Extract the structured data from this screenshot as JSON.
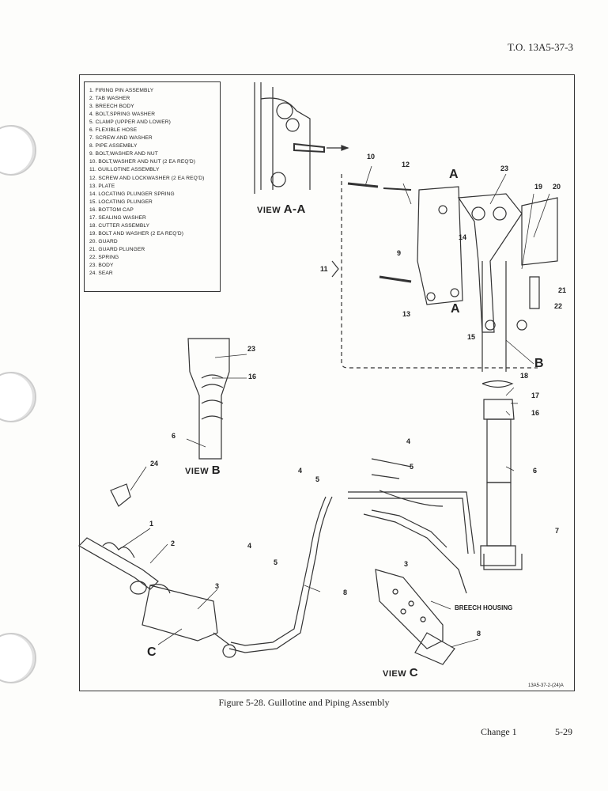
{
  "header": {
    "doc_number": "T.O. 13A5-37-3"
  },
  "legend": [
    "1. FIRING PIN ASSEMBLY",
    "2. TAB WASHER",
    "3. BREECH BODY",
    "4. BOLT,SPRING WASHER",
    "5. CLAMP (UPPER AND LOWER)",
    "6. FLEXIBLE HOSE",
    "7. SCREW AND WASHER",
    "8. PIPE ASSEMBLY",
    "9. BOLT,WASHER AND NUT",
    "10. BOLT,WASHER AND NUT (2 EA REQ'D)",
    "11. GUILLOTINE ASSEMBLY",
    "12. SCREW AND LOCKWASHER (2 EA REQ'D)",
    "13. PLATE",
    "14. LOCATING PLUNGER SPRING",
    "15. LOCATING PLUNGER",
    "16. BOTTOM CAP",
    "17. SEALING WASHER",
    "18. CUTTER ASSEMBLY",
    "19. BOLT AND WASHER (2 EA REQ'D)",
    "20. GUARD",
    "21. GUARD PLUNGER",
    "22. SPRING",
    "23. BODY",
    "24. SEAR"
  ],
  "views": {
    "view_aa": {
      "word": "VIEW",
      "letter": "A-A"
    },
    "view_b": {
      "word": "VIEW",
      "letter": "B"
    },
    "view_c": {
      "word": "VIEW",
      "letter": "C"
    }
  },
  "callouts": {
    "n1": "1",
    "n2": "2",
    "n3": "3",
    "n3b": "3",
    "n4a": "4",
    "n4b": "4",
    "n4c": "4",
    "n5a": "5",
    "n5b": "5",
    "n5c": "5",
    "n6a": "6",
    "n6b": "6",
    "n7": "7",
    "n8a": "8",
    "n8b": "8",
    "n9": "9",
    "n10": "10",
    "n11": "11",
    "n12": "12",
    "n13": "13",
    "n14": "14",
    "n15": "15",
    "n16a": "16",
    "n16b": "16",
    "n17": "17",
    "n18": "18",
    "n19": "19",
    "n20": "20",
    "n21": "21",
    "n22": "22",
    "n23a": "23",
    "n23b": "23",
    "n24": "24",
    "A_top": "A",
    "A_bottom": "A",
    "B": "B",
    "C": "C",
    "breech_housing": "BREECH HOUSING"
  },
  "illustration_code": "13A5-37-2-(24)A",
  "caption": "Figure 5-28.  Guillotine and Piping Assembly",
  "footer": {
    "change": "Change 1",
    "page": "5-29"
  }
}
